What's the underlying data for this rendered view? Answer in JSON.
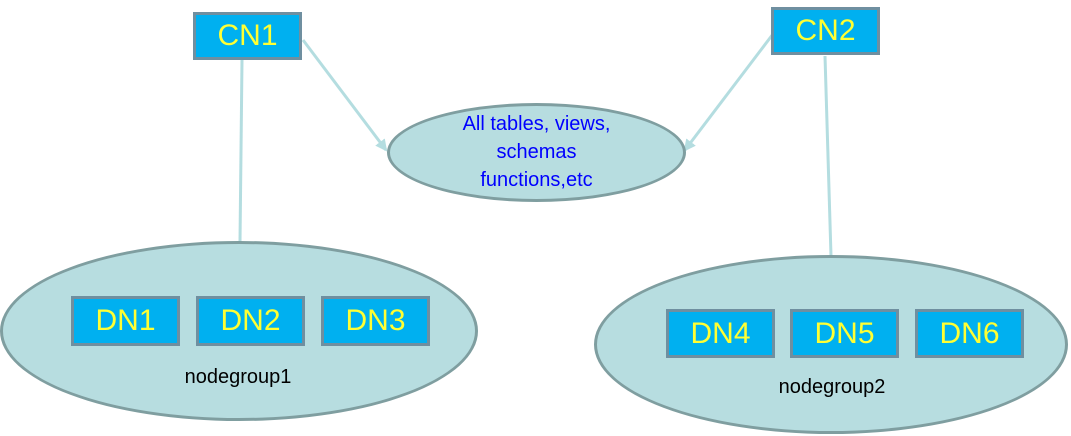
{
  "diagram": {
    "coordinators": [
      {
        "id": "cn1",
        "label": "CN1"
      },
      {
        "id": "cn2",
        "label": "CN2"
      }
    ],
    "catalog": {
      "lines": [
        "All tables, views,",
        "schemas",
        "functions,etc"
      ]
    },
    "nodegroups": [
      {
        "id": "nodegroup1",
        "label": "nodegroup1",
        "nodes": [
          "DN1",
          "DN2",
          "DN3"
        ]
      },
      {
        "id": "nodegroup2",
        "label": "nodegroup2",
        "nodes": [
          "DN4",
          "DN5",
          "DN6"
        ]
      }
    ],
    "colors": {
      "node_fill": "#00b0f0",
      "node_border": "#6f8fa0",
      "node_text": "#ffff33",
      "ellipse_fill": "#b7dde0",
      "ellipse_border": "#7f9ea0",
      "connector": "#b4dde0",
      "catalog_text": "#0000ff",
      "group_text": "#000000"
    }
  }
}
